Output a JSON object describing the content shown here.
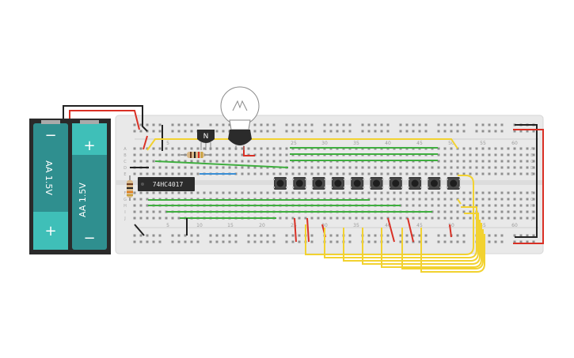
{
  "circuit": {
    "battery": {
      "cell_left": {
        "minus": "−",
        "label": "AA 1.5V",
        "plus": "+"
      },
      "cell_right": {
        "plus": "+",
        "label": "AA 1.5V",
        "minus": "−"
      }
    },
    "chip_label": "74HC4017",
    "transistor_label": "N",
    "breadboard": {
      "column_numbers_top": [
        "5",
        "25",
        "30",
        "35",
        "40",
        "45",
        "50",
        "55",
        "60"
      ],
      "column_numbers_bottom": [
        "5",
        "10",
        "15",
        "20",
        "25",
        "30",
        "35",
        "40",
        "45",
        "50",
        "55",
        "60"
      ],
      "row_letters": [
        "A",
        "B",
        "C",
        "D",
        "E",
        "F",
        "G",
        "H",
        "I",
        "J"
      ]
    },
    "pushbutton_count": 10,
    "colors": {
      "wire_yellow": "#f2d230",
      "wire_green": "#3fae3f",
      "wire_red": "#d93025",
      "wire_black": "#222222",
      "wire_blue": "#3a8fd6",
      "battery_teal": "#2f8f8f",
      "breadboard": "#e9e9e9"
    }
  }
}
